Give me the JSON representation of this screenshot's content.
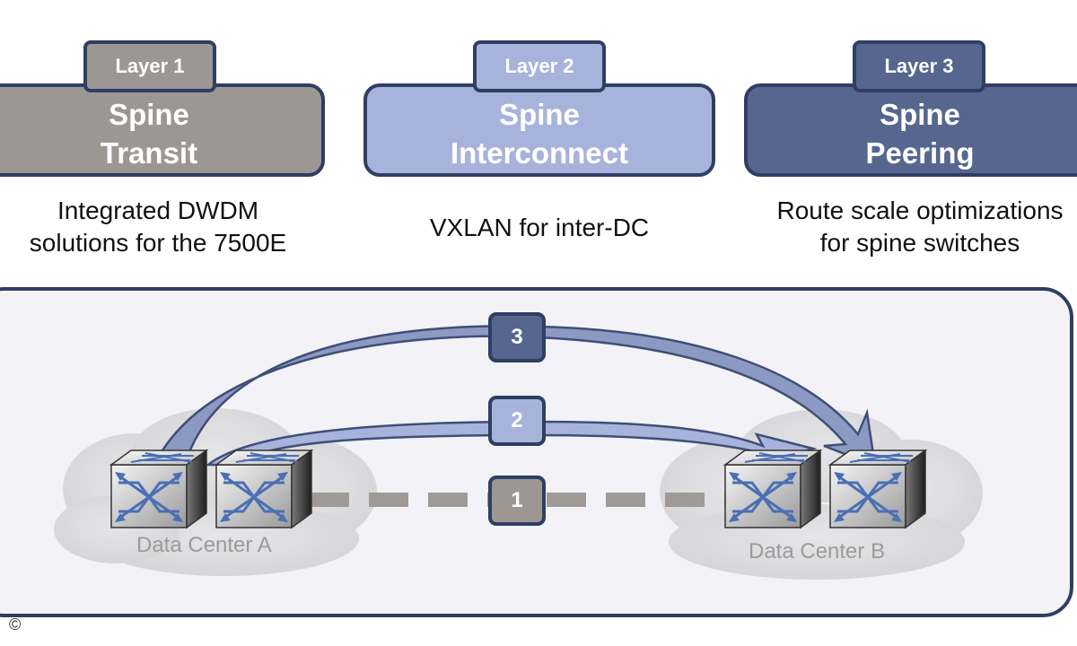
{
  "layers": [
    {
      "tab": "Layer 1",
      "title_line1": "Spine",
      "title_line2": "Transit",
      "desc_line1": "Integrated DWDM",
      "desc_line2": "solutions for the 7500E",
      "color": "#9d9794"
    },
    {
      "tab": "Layer 2",
      "title_line1": "Spine",
      "title_line2": "Interconnect",
      "desc_line1": "VXLAN for inter-DC",
      "desc_line2": "",
      "color": "#a8b3dc"
    },
    {
      "tab": "Layer 3",
      "title_line1": "Spine",
      "title_line2": "Peering",
      "desc_line1": "Route scale optimizations",
      "desc_line2": "for spine switches",
      "color": "#56668f"
    }
  ],
  "diagram": {
    "badges": [
      "3",
      "2",
      "1"
    ],
    "data_center_a": "Data Center A",
    "data_center_b": "Data Center B"
  },
  "copyright": "©"
}
